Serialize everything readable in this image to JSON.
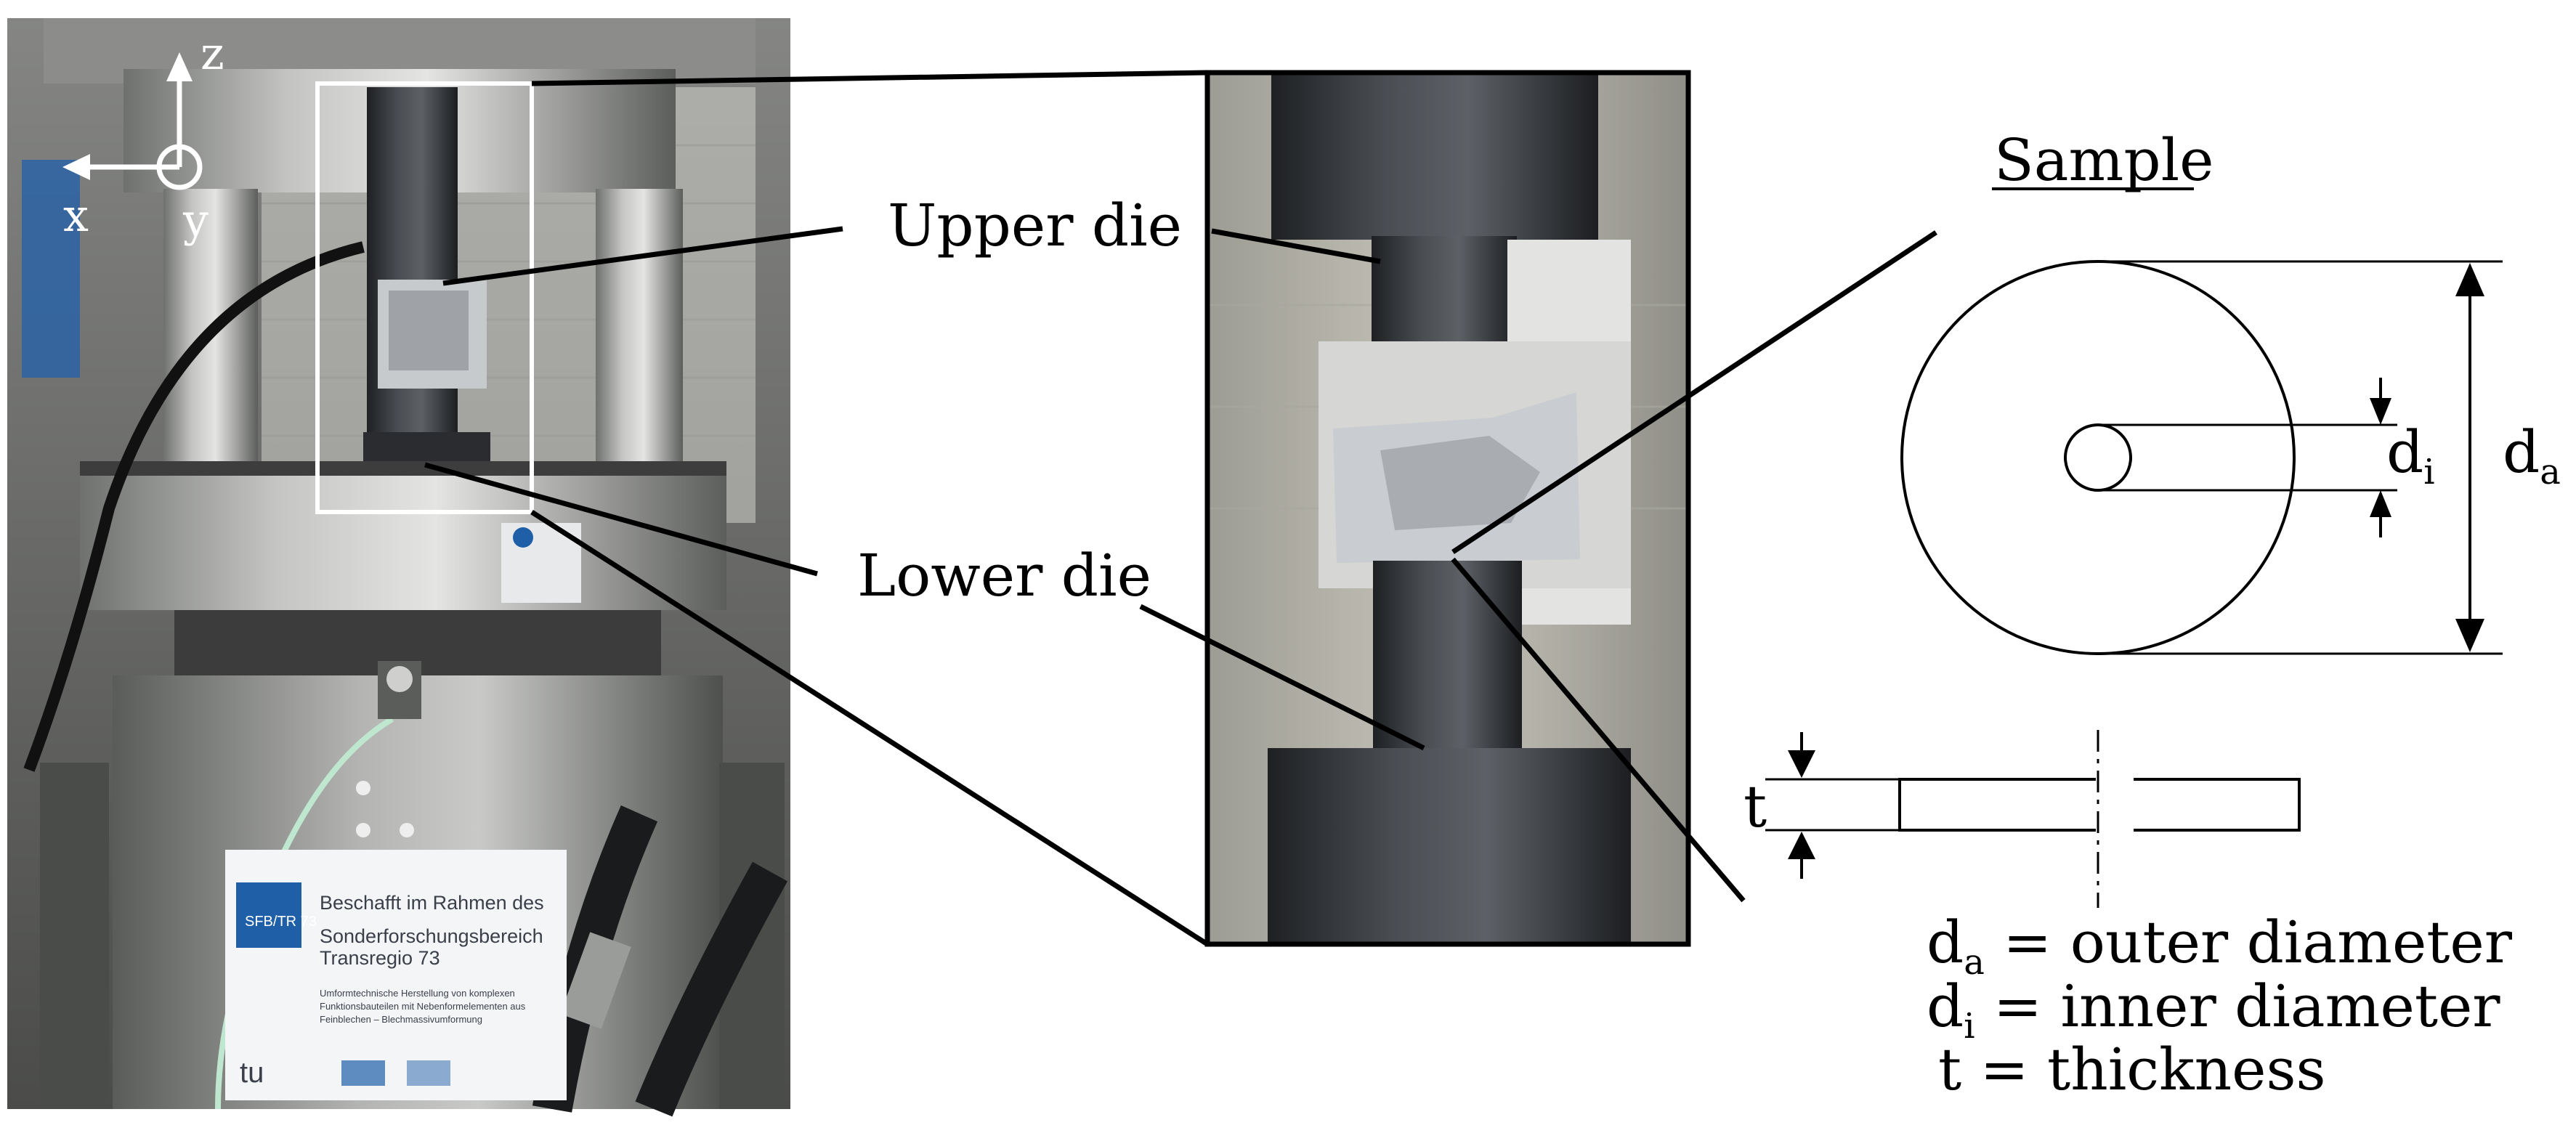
{
  "axes": {
    "z": "z",
    "x": "x",
    "y": "y"
  },
  "labels": {
    "upper_die": "Upper die",
    "lower_die": "Lower die",
    "sample": "Sample"
  },
  "dims": {
    "d_letter": "d",
    "a_sub": "a",
    "i_sub": "i",
    "t": "t"
  },
  "legend": {
    "da_rest": " = outer diameter",
    "di_rest": " = inner diameter",
    "t_line": "t = thickness"
  },
  "photo_sign": {
    "line1": "Beschafft im Rahmen des",
    "line2": "Sonderforschungsbereich",
    "line3": "Transregio 73",
    "line4": "Umformtechnische Herstellung von komplexen",
    "line5": "Funktionsbauteilen mit Nebenformelementen aus",
    "line6": "Feinblechen – Blechmassivumformung",
    "logo": "SFB/TR 73",
    "tu": "tu"
  },
  "colors": {
    "photo_bg": "#6e6e6b",
    "steel_light": "#b8b8b6",
    "steel_dark": "#2f3134",
    "sample_fill": "#c9ccd0",
    "blue_logo": "#1f5fa8",
    "cable_green": "#bfe6cf"
  }
}
